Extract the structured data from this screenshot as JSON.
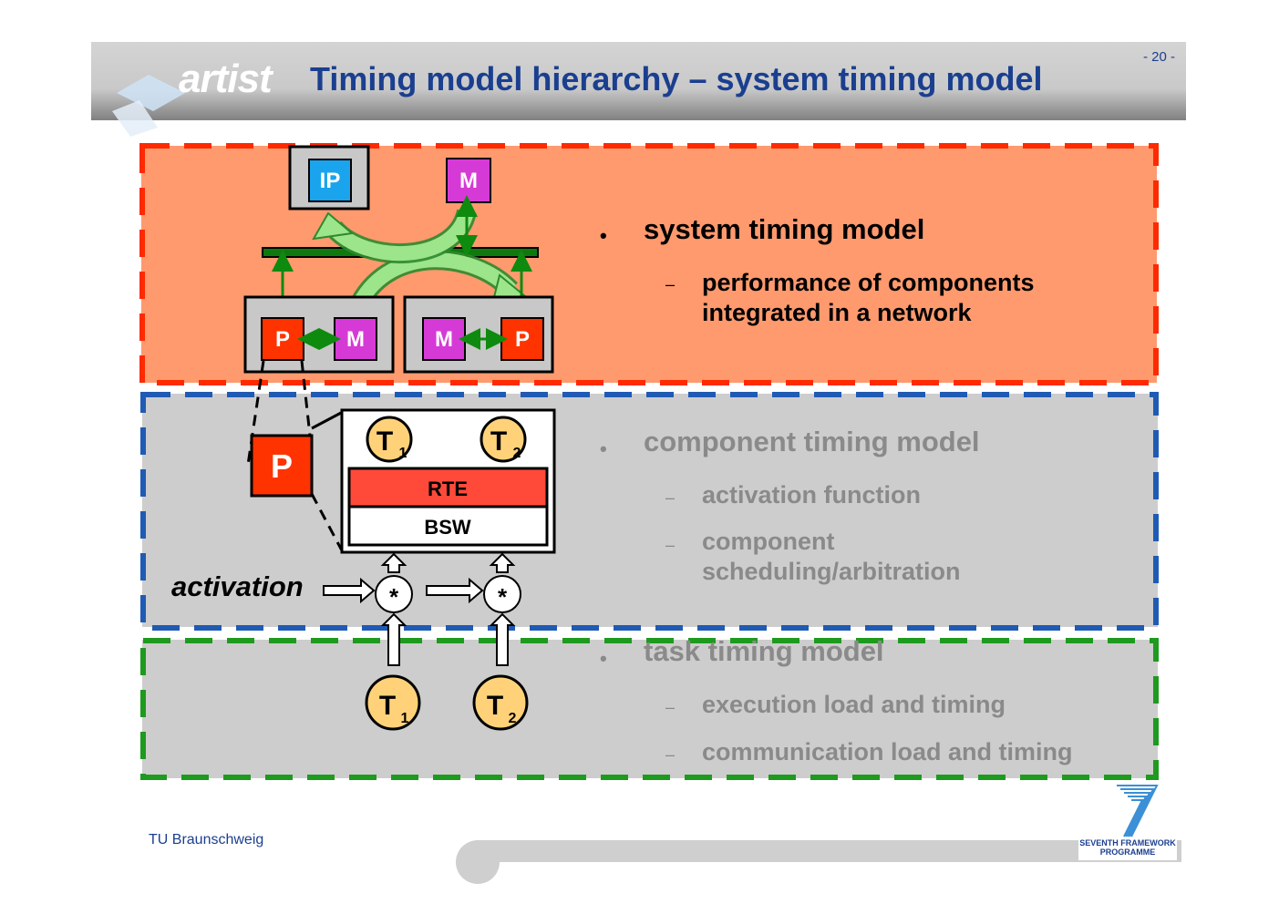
{
  "header": {
    "logo_text": "artist",
    "title": "Timing model hierarchy – system timing model",
    "page_number": "- 20 -"
  },
  "layers": [
    {
      "heading": "system timing model",
      "items": [
        "performance of components integrated in a network"
      ],
      "color": "#ff3300",
      "fill": "#ff9a6e",
      "emphasized": true
    },
    {
      "heading": "component timing model",
      "items": [
        "activation function",
        "component scheduling/arbitration"
      ],
      "color": "#1f5bb4",
      "fill": "#cdcdcd",
      "emphasized": false
    },
    {
      "heading": "task timing model",
      "items": [
        "execution load and timing",
        "communication load and timing"
      ],
      "color": "#1e9a1e",
      "fill": "#cdcdcd",
      "emphasized": false
    }
  ],
  "bullet_symbol": "•",
  "dash_symbol": "–",
  "diagram": {
    "system": {
      "ip_label": "IP",
      "m_label": "M",
      "p_label": "P",
      "colors": {
        "ip": "#1ba4ee",
        "memory": "#d63ad6",
        "processor": "#ff3300",
        "bus": "#0e7a0e",
        "link": "#0e8a0e"
      }
    },
    "component": {
      "p_label": "P",
      "task1": "T",
      "task1_sub": "1",
      "task2": "T",
      "task2_sub": "2",
      "rte_label": "RTE",
      "bsw_label": "BSW",
      "activation_label": "activation",
      "operator": "*",
      "colors": {
        "task": "#ffd27a",
        "rte": "#ff4a3a"
      }
    },
    "task": {
      "task1": "T",
      "task1_sub": "1",
      "task2": "T",
      "task2_sub": "2"
    }
  },
  "footer": {
    "org": "TU Braunschweig",
    "fp7_line1": "SEVENTH FRAMEWORK",
    "fp7_line2": "PROGRAMME"
  }
}
